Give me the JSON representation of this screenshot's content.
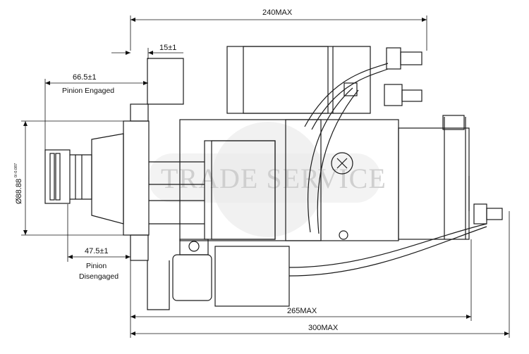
{
  "dimensions": {
    "top_overall": "240MAX",
    "flange_offset": "15±1",
    "pinion_engaged_value": "66.5±1",
    "pinion_engaged_label": "Pinion Engaged",
    "pilot_diameter": "Ø88.88",
    "pilot_tolerance": "0/-0.087",
    "pinion_disengaged_value": "47.5±1",
    "pinion_disengaged_label_line1": "Pinion",
    "pinion_disengaged_label_line2": "Disengaged",
    "bottom_inner": "265MAX",
    "bottom_overall": "300MAX"
  },
  "watermark": {
    "text": "TRADE SERVICE",
    "color": "#cfcfcf"
  },
  "colors": {
    "line": "#1a1a1a",
    "background": "#ffffff"
  }
}
